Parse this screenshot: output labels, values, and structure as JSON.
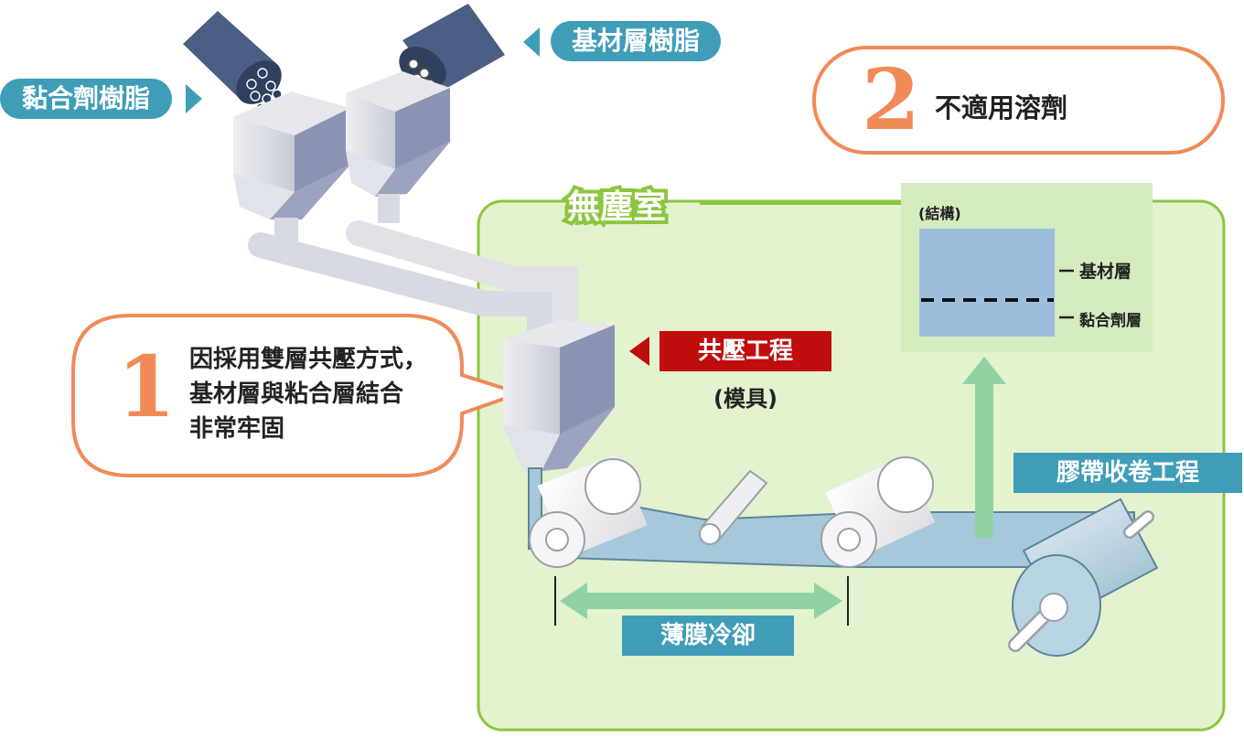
{
  "labels": {
    "adhesive_resin": "黏合劑樹脂",
    "base_resin": "基材層樹脂",
    "cleanroom": "無塵室",
    "coextrusion": "共壓工程",
    "die": "(模具)",
    "film_cooling": "薄膜冷卻",
    "tape_winding": "膠帶收卷工程"
  },
  "structure": {
    "title": "(結構)",
    "base_layer": "基材層",
    "adhesive_layer": "黏合劑層"
  },
  "callout1": {
    "number": "1",
    "lines": [
      "因採用雙層共壓方式，",
      "基材層與粘合層結合",
      "非常牢固"
    ]
  },
  "callout2": {
    "number": "2",
    "text": "不適用溶劑"
  },
  "colors": {
    "label_blue": "#3f9db8",
    "cleanroom_green": "#8cc63e",
    "cleanroom_fill": "#e3f2cf",
    "accent_orange": "#f08a58",
    "process_red": "#c00d0d",
    "layer_blue": "#9dbfdc",
    "arrow_green": "#8fd4a0"
  }
}
